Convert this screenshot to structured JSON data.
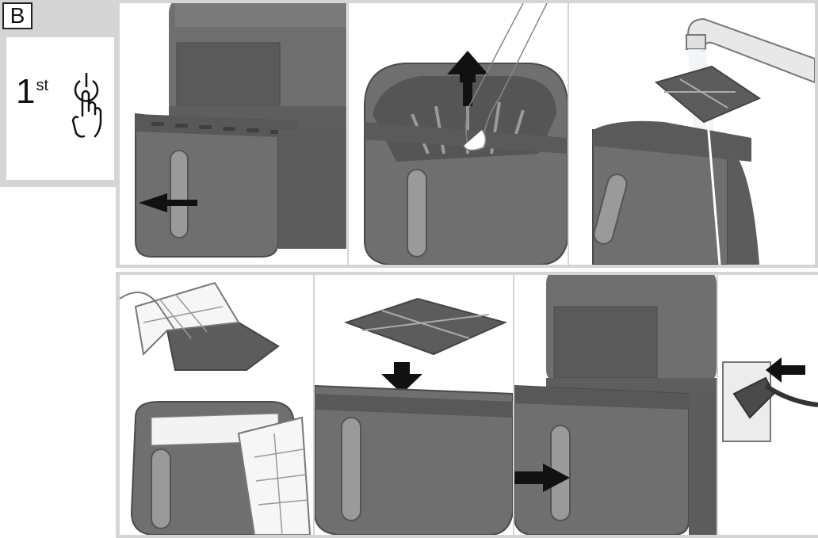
{
  "section_badge": {
    "label": "B"
  },
  "first_step": {
    "number": "1",
    "suffix": "st",
    "icon": "hand-press-power-icon"
  },
  "colors": {
    "appliance_gray": "#6f6f6f",
    "appliance_dark": "#4a4a4a",
    "panel_gray": "#d5d5d5",
    "arrow": "#111111"
  },
  "rows": [
    {
      "panels": [
        {
          "icon": "pull-out-drawer-icon"
        },
        {
          "icon": "lift-crisper-plate-icon"
        },
        {
          "icon": "rinse-under-tap-icon"
        }
      ]
    },
    {
      "panels": [
        {
          "icon": "wipe-dry-cloth-icon"
        },
        {
          "icon": "insert-crisper-plate-icon"
        },
        {
          "icon": "push-drawer-in-icon"
        },
        {
          "icon": "plug-into-socket-icon"
        }
      ]
    }
  ]
}
